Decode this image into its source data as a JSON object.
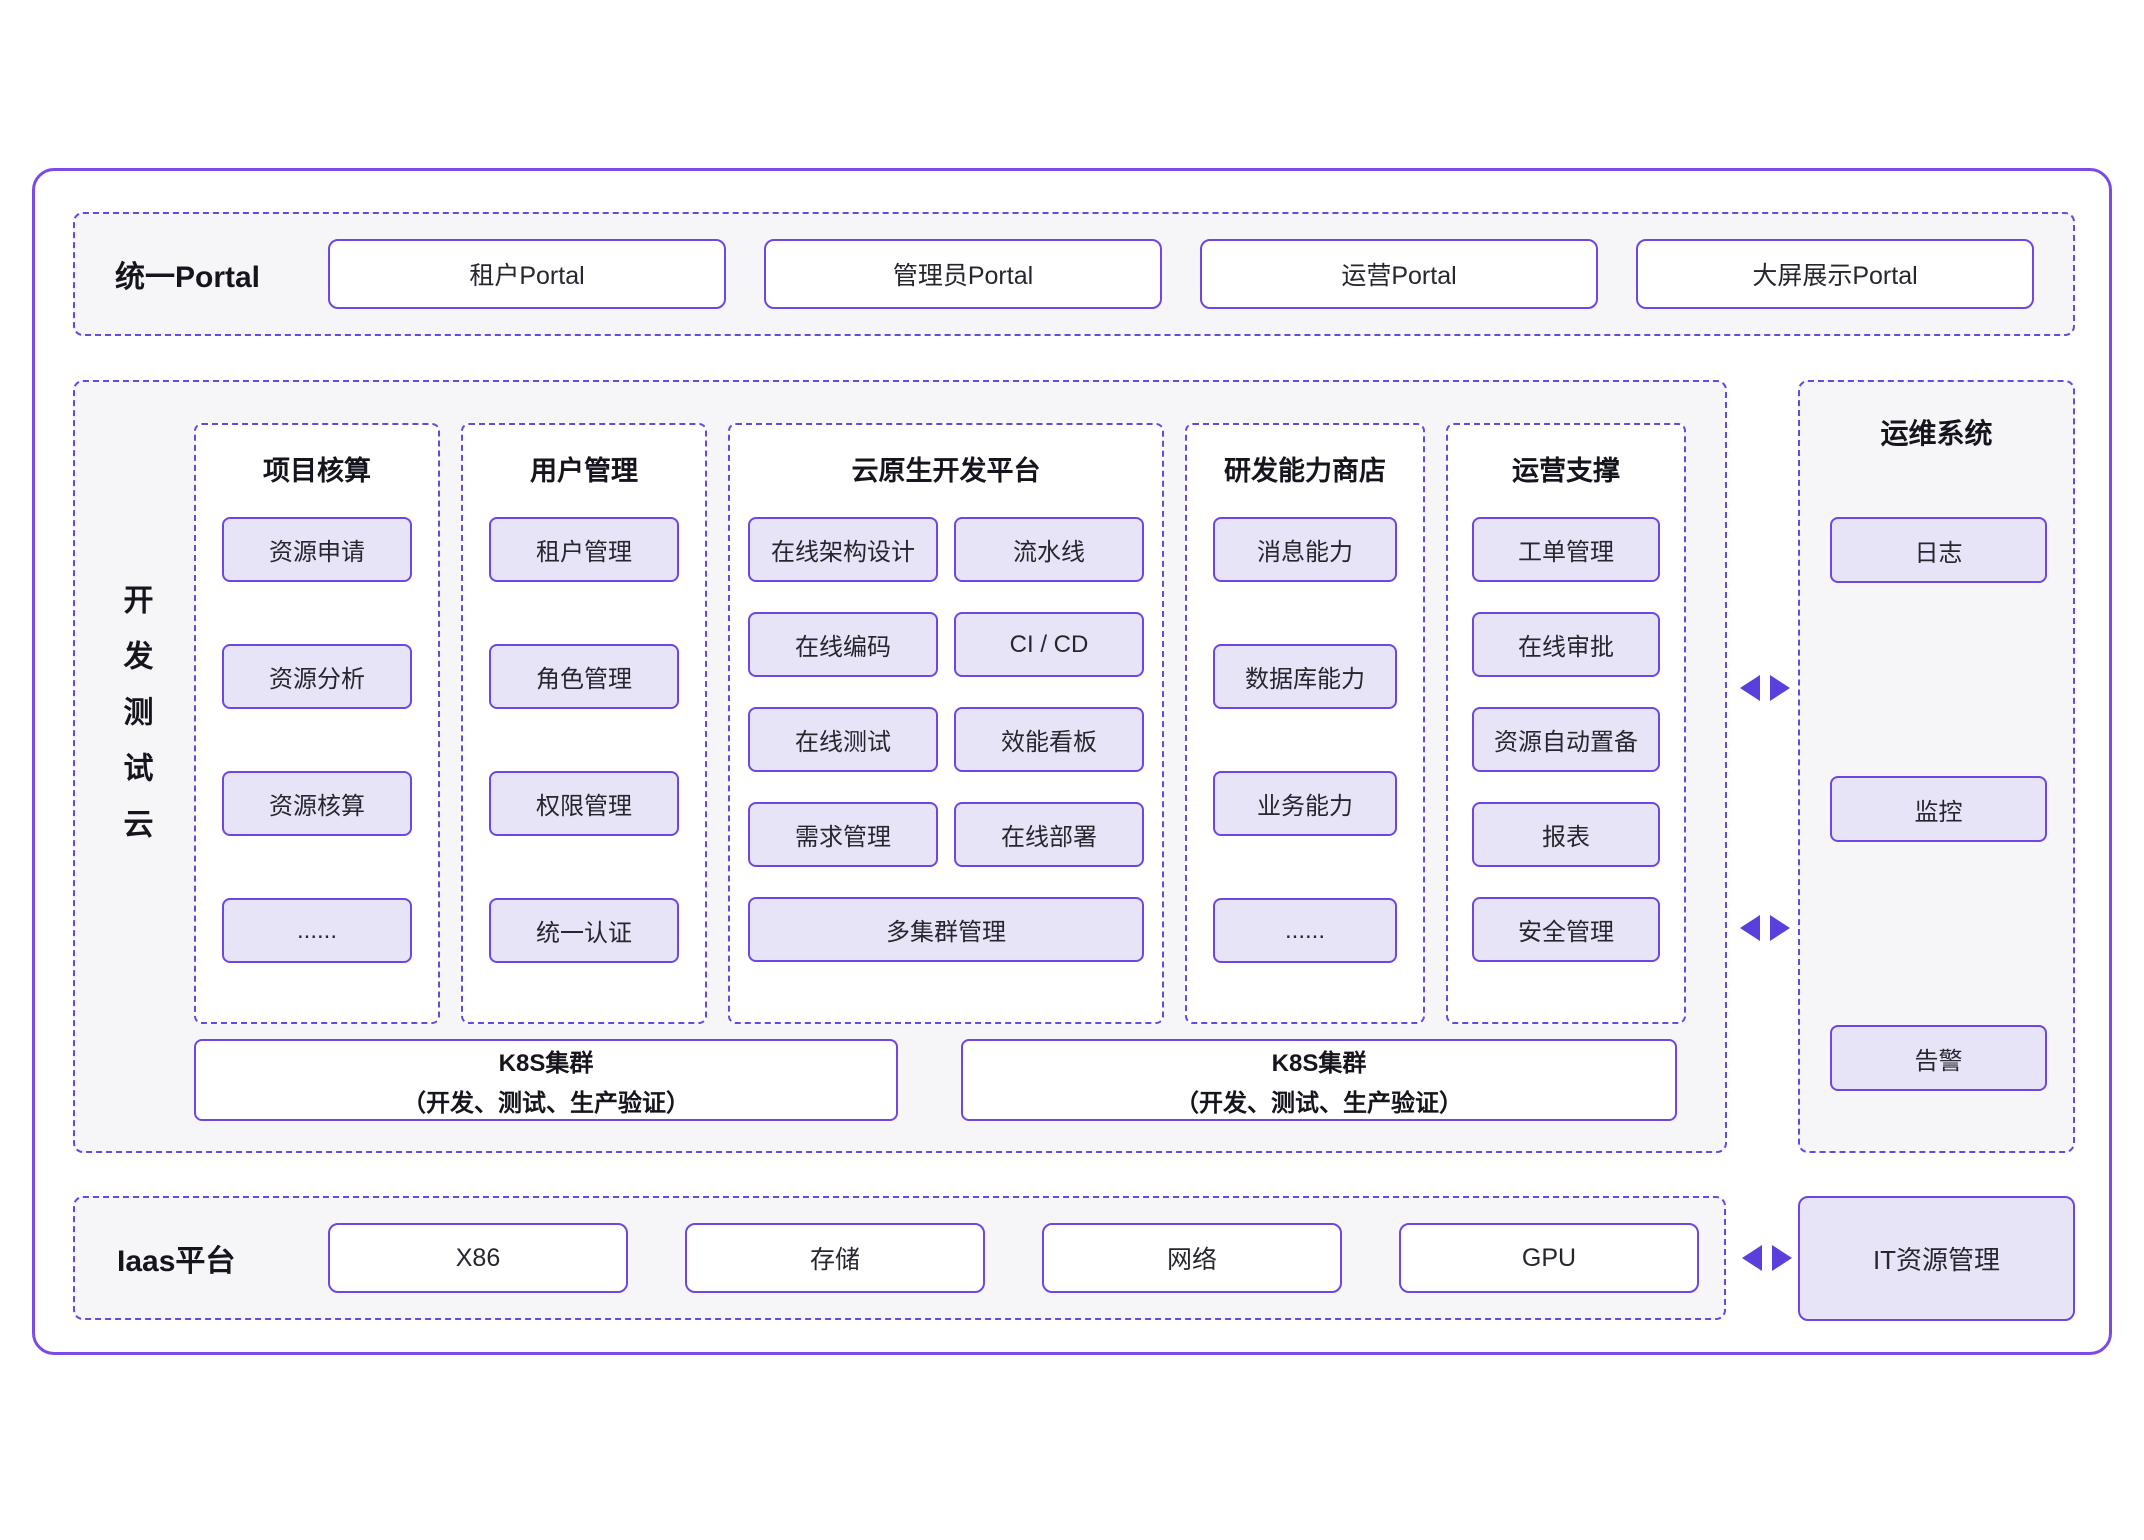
{
  "colors": {
    "accent_border": "#6f45e4",
    "frame_border": "#7a4be8",
    "dashed_border": "#5f4ce0",
    "lavender_fill": "#e8e4f8",
    "section_bg": "#f6f6f9",
    "arrow": "#5a3fdc"
  },
  "portal": {
    "label": "统一Portal",
    "buttons": [
      "租户Portal",
      "管理员Portal",
      "运营Portal",
      "大屏展示Portal"
    ]
  },
  "dev_cloud": {
    "side_label": "开发测试云",
    "columns": [
      {
        "title": "项目核算",
        "items": [
          "资源申请",
          "资源分析",
          "资源核算",
          "......"
        ]
      },
      {
        "title": "用户管理",
        "items": [
          "租户管理",
          "角色管理",
          "权限管理",
          "统一认证"
        ]
      },
      {
        "title": "云原生开发平台",
        "grid_items": [
          "在线架构设计",
          "流水线",
          "在线编码",
          "CI / CD",
          "在线测试",
          "效能看板",
          "需求管理",
          "在线部署"
        ],
        "full_item": "多集群管理"
      },
      {
        "title": "研发能力商店",
        "items": [
          "消息能力",
          "数据库能力",
          "业务能力",
          "......"
        ]
      },
      {
        "title": "运营支撑",
        "items": [
          "工单管理",
          "在线审批",
          "资源自动置备",
          "报表",
          "安全管理"
        ]
      }
    ],
    "k8s_boxes": [
      {
        "line1": "K8S集群",
        "line2": "（开发、测试、生产验证）"
      },
      {
        "line1": "K8S集群",
        "line2": "（开发、测试、生产验证）"
      }
    ]
  },
  "ops_system": {
    "title": "运维系统",
    "items": [
      "日志",
      "监控",
      "告警"
    ]
  },
  "iaas": {
    "label": "Iaas平台",
    "buttons": [
      "X86",
      "存储",
      "网络",
      "GPU"
    ]
  },
  "it_resource": {
    "label": "IT资源管理"
  }
}
